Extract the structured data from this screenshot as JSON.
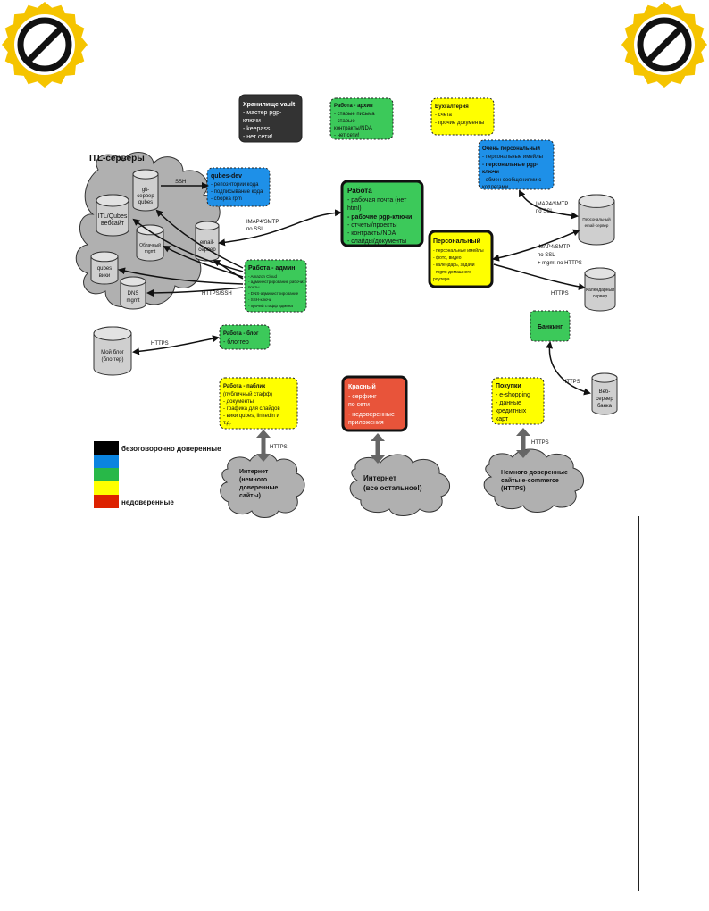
{
  "colors": {
    "black": "#333333",
    "blue": "#1e90e8",
    "green": "#3cc95a",
    "yellow": "#ffff00",
    "red": "#e8543a",
    "legend_black": "#000000",
    "legend_blue": "#0a84e0",
    "legend_green": "#28b848",
    "legend_yellow": "#ffff00",
    "legend_red": "#dd2200",
    "cloud": "#b0b0b0",
    "cylinder": "#cfcfcf",
    "badge_ring": "#f5c400",
    "badge_center": "#111111"
  },
  "badges": {
    "left_icon": "no-entry-icon",
    "right_icon": "no-entry-icon"
  },
  "nodes": {
    "vault": {
      "title": "Хранилище vault",
      "lines": [
        "- мастер pgp-",
        "ключи",
        "- keepass",
        "- нет сети!"
      ]
    },
    "archive": {
      "title": "Работа - архив",
      "lines": [
        "- старые письма",
        "- старые",
        "контракты/NDA",
        "- нет сети!"
      ]
    },
    "accounting": {
      "title": "Бухгалтерия",
      "lines": [
        "- счета",
        "- прочие документы"
      ]
    },
    "very_personal": {
      "title": "Очень персональный",
      "lines": [
        "- персональные имейлы",
        "- персональные pgp-",
        "ключи",
        "- обмен сообщениями с",
        "коллегами"
      ]
    },
    "itl_title": "ITL-серверы",
    "qubes_dev": {
      "title": "qubes-dev",
      "lines": [
        "- репозитории кода",
        "- подписывание кода",
        "- сборка rpm"
      ]
    },
    "work": {
      "title": "Работа",
      "lines": [
        "- рабочая почта (нет",
        "html)",
        "- рабочие pgp-ключи",
        "- отчеты/проекты",
        "- контракты/NDA",
        "- слайды/документы"
      ]
    },
    "personal": {
      "title": "Персональный",
      "lines": [
        "- персональные имейлы",
        "- фото, видео",
        "- календарь, задачи",
        "- mgmt домашнего",
        "роутера"
      ]
    },
    "work_admin": {
      "title": "Работа - админ",
      "lines": [
        "- Amazon Cloud",
        "- администрирование рабочих",
        "почты",
        "- DNS-администрирование",
        "- SSH-ключи",
        "- прочий стафф админа"
      ]
    },
    "work_blog": {
      "title": "Работа - блог",
      "lines": [
        "- блоггер"
      ]
    },
    "banking": {
      "title": "Банкинг"
    },
    "work_public": {
      "title": "Работа - паблик",
      "lines": [
        "(публичный стафф)",
        "- документы",
        "- графика для слайдов",
        "- вики qubes, linkedin и",
        "т.д."
      ]
    },
    "red": {
      "title": "Красный",
      "lines": [
        "- серфинг",
        "по сети",
        "- недоверенные",
        "приложения"
      ]
    },
    "shopping": {
      "title": "Покупки",
      "lines": [
        "- e-shopping",
        "- данные",
        "кредитных",
        "карт"
      ]
    }
  },
  "cylinders": {
    "git": [
      "git-",
      "сервер",
      "qubes"
    ],
    "itl_site": [
      "ITL/Qubes",
      "вебсайт"
    ],
    "cloud_mgmt": [
      "Облачный",
      "mgmt"
    ],
    "email_server": [
      "email-",
      "сервер"
    ],
    "qubes_wiki": [
      "qubes",
      "вики"
    ],
    "dns": [
      "DNS",
      "mgmt"
    ],
    "personal_email": [
      "Персональный",
      "email-сервер"
    ],
    "calendar": [
      "Календарный",
      "сервер"
    ],
    "my_blog": [
      "Мой блог",
      "(блоггер)"
    ],
    "bank_server": [
      "Веб-",
      "сервер",
      "банка"
    ]
  },
  "links": {
    "ssh": "SSH",
    "imap_work": [
      "IMAP4/SMTP",
      "по SSL"
    ],
    "https_ssh": "HTTPS/SSH",
    "imap_very_personal": [
      "IMAP4/SMTP",
      "по SSL"
    ],
    "imap_personal": [
      "IMAP4/SMTP",
      "по SSL",
      "+ mgmt по HTTPS"
    ],
    "https_calendar": "HTTPS",
    "https_blog": "HTTPS",
    "https_bank": "HTTPS",
    "https_public": "HTTPS",
    "https_shop": "HTTPS"
  },
  "clouds": {
    "internet_semi": [
      "Интернет",
      "(немного",
      "доверенные",
      "сайты)"
    ],
    "internet_rest": [
      "Интернет",
      "(все остальное!)"
    ],
    "ecommerce": [
      "Немного доверенные",
      "сайты e-commerce",
      "(HTTPS)"
    ]
  },
  "legend": {
    "trusted": "безоговорочно доверенные",
    "untrusted": "недоверенные"
  }
}
